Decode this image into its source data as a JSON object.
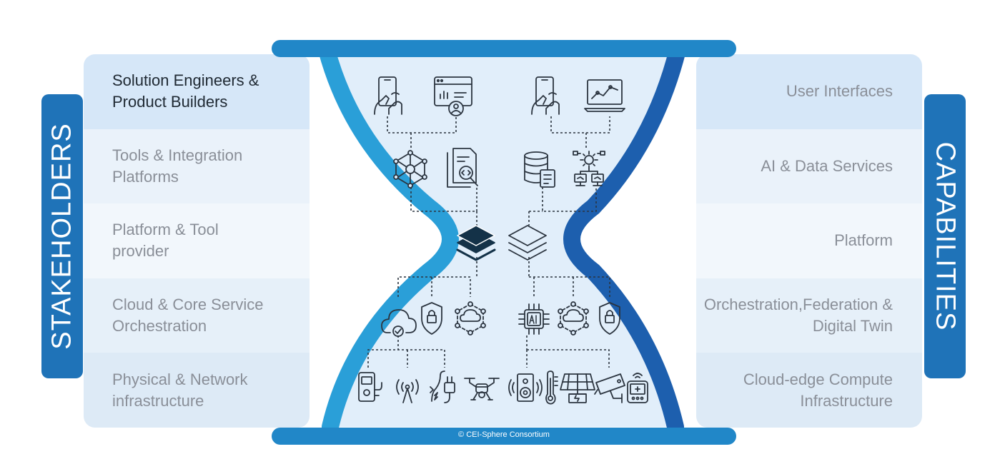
{
  "stakeholders": {
    "title": "STAKEHOLDERS",
    "rows": [
      "Solution Engineers & Product Builders",
      "Tools & Integration Platforms",
      "Platform & Tool provider",
      "Cloud & Core Service Orchestration",
      "Physical & Network infrastructure"
    ]
  },
  "capabilities": {
    "title": "CAPABILITIES",
    "rows": [
      "User Interfaces",
      "AI & Data Services",
      "Platform",
      "Orchestration,Federation & Digital Twin",
      "Cloud-edge Compute Infrastructure"
    ]
  },
  "copyright": "© CEI-Sphere Consortium",
  "icons": {
    "ui": [
      "touch-phone-icon",
      "dashboard-user-icon",
      "touch-phone-icon",
      "laptop-chart-icon"
    ],
    "ai_data": [
      "neural-network-icon",
      "code-document-search-icon",
      "database-document-icon",
      "gear-network-icon"
    ],
    "platform": [
      "layers-filled-icon",
      "layers-outline-icon"
    ],
    "orchestration": [
      "cloud-check-icon",
      "shield-lock-icon",
      "cloud-network-icon",
      "ai-chip-icon",
      "cloud-network-icon",
      "shield-lock-icon"
    ],
    "infrastructure": [
      "energy-meter-icon",
      "wireless-antenna-icon",
      "power-plug-icon",
      "drone-icon",
      "speaker-icon",
      "thermometer-icon",
      "solar-panel-icon",
      "security-camera-icon",
      "iot-device-icon"
    ]
  },
  "colors": {
    "accent": "#1f73b8",
    "tube_light": "#2a9fd8",
    "tube_dark": "#1d5fae",
    "active_row": "#d6e7f8",
    "text_muted": "#8a8f98",
    "text_active": "#202a34"
  }
}
